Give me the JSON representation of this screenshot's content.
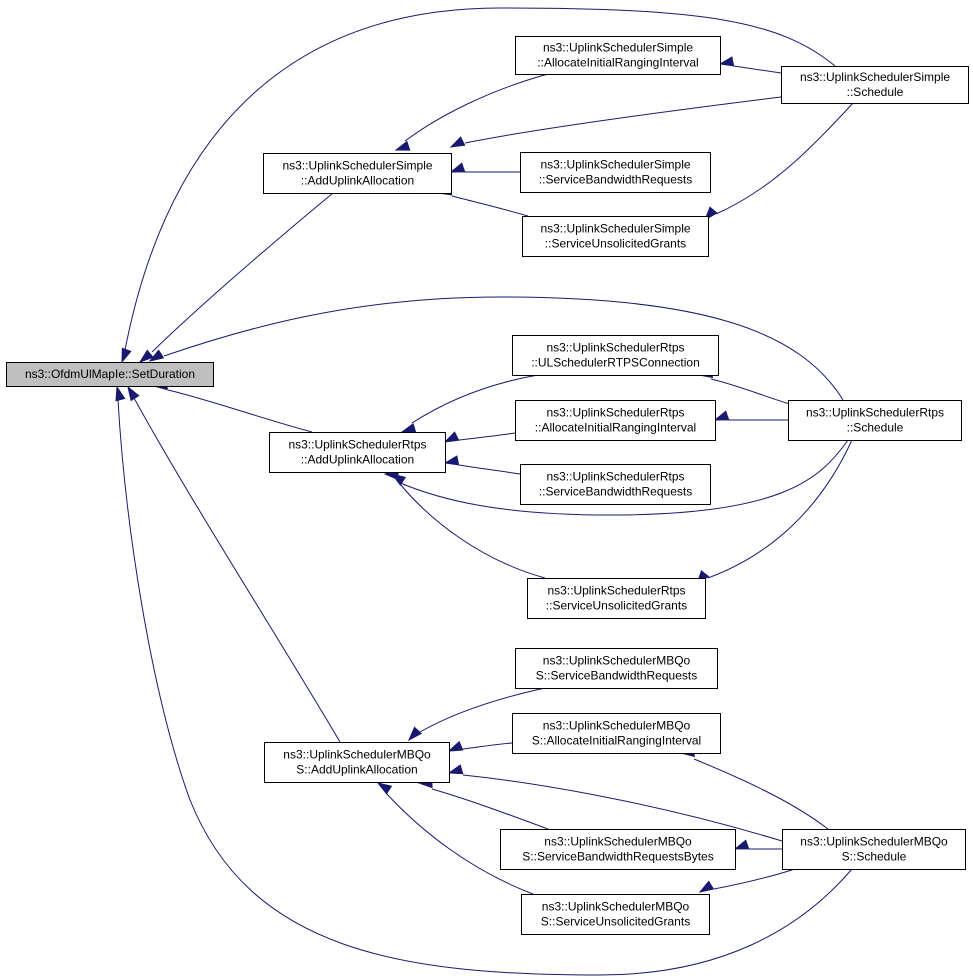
{
  "graph": {
    "nodes": [
      {
        "id": "root",
        "lines": [
          "ns3::OfdmUlMapIe::SetDuration"
        ],
        "root": true
      },
      {
        "id": "s_add",
        "lines": [
          "ns3::UplinkSchedulerSimple",
          "::AddUplinkAllocation"
        ]
      },
      {
        "id": "s_air",
        "lines": [
          "ns3::UplinkSchedulerSimple",
          "::AllocateInitialRangingInterval"
        ]
      },
      {
        "id": "s_sched",
        "lines": [
          "ns3::UplinkSchedulerSimple",
          "::Schedule"
        ]
      },
      {
        "id": "s_sbr",
        "lines": [
          "ns3::UplinkSchedulerSimple",
          "::ServiceBandwidthRequests"
        ]
      },
      {
        "id": "s_sug",
        "lines": [
          "ns3::UplinkSchedulerSimple",
          "::ServiceUnsolicitedGrants"
        ]
      },
      {
        "id": "r_add",
        "lines": [
          "ns3::UplinkSchedulerRtps",
          "::AddUplinkAllocation"
        ]
      },
      {
        "id": "r_ulrtps",
        "lines": [
          "ns3::UplinkSchedulerRtps",
          "::ULSchedulerRTPSConnection"
        ]
      },
      {
        "id": "r_air",
        "lines": [
          "ns3::UplinkSchedulerRtps",
          "::AllocateInitialRangingInterval"
        ]
      },
      {
        "id": "r_sched",
        "lines": [
          "ns3::UplinkSchedulerRtps",
          "::Schedule"
        ]
      },
      {
        "id": "r_sbr",
        "lines": [
          "ns3::UplinkSchedulerRtps",
          "::ServiceBandwidthRequests"
        ]
      },
      {
        "id": "r_sug",
        "lines": [
          "ns3::UplinkSchedulerRtps",
          "::ServiceUnsolicitedGrants"
        ]
      },
      {
        "id": "m_add",
        "lines": [
          "ns3::UplinkSchedulerMBQo",
          "S::AddUplinkAllocation"
        ]
      },
      {
        "id": "m_sbr",
        "lines": [
          "ns3::UplinkSchedulerMBQo",
          "S::ServiceBandwidthRequests"
        ]
      },
      {
        "id": "m_air",
        "lines": [
          "ns3::UplinkSchedulerMBQo",
          "S::AllocateInitialRangingInterval"
        ]
      },
      {
        "id": "m_sbrb",
        "lines": [
          "ns3::UplinkSchedulerMBQo",
          "S::ServiceBandwidthRequestsBytes"
        ]
      },
      {
        "id": "m_sched",
        "lines": [
          "ns3::UplinkSchedulerMBQo",
          "S::Schedule"
        ]
      },
      {
        "id": "m_sug",
        "lines": [
          "ns3::UplinkSchedulerMBQo",
          "S::ServiceUnsolicitedGrants"
        ]
      }
    ],
    "edges": [
      {
        "from": "s_add",
        "to": "root"
      },
      {
        "from": "s_sched",
        "to": "root"
      },
      {
        "from": "r_add",
        "to": "root"
      },
      {
        "from": "r_sched",
        "to": "root"
      },
      {
        "from": "m_add",
        "to": "root"
      },
      {
        "from": "m_sched",
        "to": "root"
      },
      {
        "from": "s_air",
        "to": "s_add"
      },
      {
        "from": "s_sched",
        "to": "s_add"
      },
      {
        "from": "s_sbr",
        "to": "s_add"
      },
      {
        "from": "s_sug",
        "to": "s_add"
      },
      {
        "from": "s_sched",
        "to": "s_air"
      },
      {
        "from": "s_sched",
        "to": "s_sug"
      },
      {
        "from": "r_ulrtps",
        "to": "r_add"
      },
      {
        "from": "r_air",
        "to": "r_add"
      },
      {
        "from": "r_sbr",
        "to": "r_add"
      },
      {
        "from": "r_sched",
        "to": "r_add"
      },
      {
        "from": "r_sug",
        "to": "r_add"
      },
      {
        "from": "r_sched",
        "to": "r_ulrtps"
      },
      {
        "from": "r_sched",
        "to": "r_air"
      },
      {
        "from": "r_sched",
        "to": "r_sug"
      },
      {
        "from": "m_sbr",
        "to": "m_add"
      },
      {
        "from": "m_air",
        "to": "m_add"
      },
      {
        "from": "m_sched",
        "to": "m_add"
      },
      {
        "from": "m_sbrb",
        "to": "m_add"
      },
      {
        "from": "m_sug",
        "to": "m_add"
      },
      {
        "from": "m_sched",
        "to": "m_air"
      },
      {
        "from": "m_sched",
        "to": "m_sbrb"
      },
      {
        "from": "m_sched",
        "to": "m_sug"
      }
    ]
  }
}
